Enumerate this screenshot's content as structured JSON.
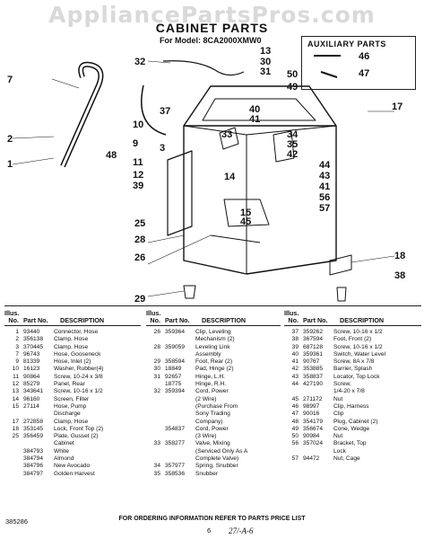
{
  "watermark": "AppliancePartsPros.com",
  "title": "CABINET PARTS",
  "subtitle": "For Model: 8CA2000XMW0",
  "aux_title": "AUXILIARY PARTS",
  "callouts": [
    "32",
    "13",
    "30",
    "31",
    "50",
    "49",
    "46",
    "47",
    "7",
    "17",
    "37",
    "40",
    "41",
    "33",
    "34",
    "35",
    "42",
    "10",
    "9",
    "2",
    "1",
    "48",
    "11",
    "12",
    "39",
    "14",
    "44",
    "43",
    "41",
    "56",
    "57",
    "3",
    "15",
    "45",
    "25",
    "28",
    "26",
    "18",
    "38",
    "29"
  ],
  "table": {
    "headers": {
      "illus": "Illus. No.",
      "part": "Part No.",
      "desc": "DESCRIPTION"
    },
    "col1": [
      {
        "no": "1",
        "part": "93440",
        "desc": "Connector, Hose"
      },
      {
        "no": "2",
        "part": "356138",
        "desc": "Clamp, Hose"
      },
      {
        "no": "3",
        "part": "370445",
        "desc": "Clamp, Hose"
      },
      {
        "no": "7",
        "part": "96743",
        "desc": "Hose, Gooseneck"
      },
      {
        "no": "9",
        "part": "81339",
        "desc": "Hose, Inlet (2)"
      },
      {
        "no": "10",
        "part": "16123",
        "desc": "Washer, Rubber(4)"
      },
      {
        "no": "11",
        "part": "90864",
        "desc": "Screw, 10-24 x 3/8"
      },
      {
        "no": "12",
        "part": "85279",
        "desc": "Panel, Rear"
      },
      {
        "no": "13",
        "part": "343641",
        "desc": "Screw, 10-16 x 1/2"
      },
      {
        "no": "14",
        "part": "96160",
        "desc": "Screen, Filter"
      },
      {
        "no": "15",
        "part": "27114",
        "desc": "Hose, Pump"
      },
      {
        "no": "",
        "part": "",
        "desc": "Discharge"
      },
      {
        "no": "17",
        "part": "272858",
        "desc": "Clamp, Hose"
      },
      {
        "no": "18",
        "part": "353145",
        "desc": "Lock, Front Top (2)"
      },
      {
        "no": "25",
        "part": "356459",
        "desc": "Plate, Gusset (2)"
      },
      {
        "no": "",
        "part": "",
        "desc": "Cabinet"
      },
      {
        "no": "",
        "part": "384793",
        "desc": "White"
      },
      {
        "no": "",
        "part": "384794",
        "desc": "Almond"
      },
      {
        "no": "",
        "part": "384796",
        "desc": "New Avocado"
      },
      {
        "no": "",
        "part": "384797",
        "desc": "Golden Harvest"
      }
    ],
    "col2": [
      {
        "no": "26",
        "part": "359364",
        "desc": "Clip, Leveling"
      },
      {
        "no": "",
        "part": "",
        "desc": "Mechanism (2)"
      },
      {
        "no": "28",
        "part": "359059",
        "desc": "Leveling Link"
      },
      {
        "no": "",
        "part": "",
        "desc": "Assembly"
      },
      {
        "no": "29",
        "part": "358594",
        "desc": "Foot, Rear (2)"
      },
      {
        "no": "30",
        "part": "18849",
        "desc": "Pad, Hinge (2)"
      },
      {
        "no": "31",
        "part": "92657",
        "desc": "Hinge, L.H."
      },
      {
        "no": "",
        "part": "18775",
        "desc": "Hinge, R.H."
      },
      {
        "no": "32",
        "part": "359394",
        "desc": "Cord, Power"
      },
      {
        "no": "",
        "part": "",
        "desc": "(2 Wire)"
      },
      {
        "no": "",
        "part": "",
        "desc": "(Purchase From"
      },
      {
        "no": "",
        "part": "",
        "desc": "Sony Trading"
      },
      {
        "no": "",
        "part": "",
        "desc": "Company)"
      },
      {
        "no": "",
        "part": "354837",
        "desc": "Cord, Power"
      },
      {
        "no": "",
        "part": "",
        "desc": "(3 Wire)"
      },
      {
        "no": "33",
        "part": "358277",
        "desc": "Valve, Mixing"
      },
      {
        "no": "",
        "part": "",
        "desc": "(Serviced Only As A"
      },
      {
        "no": "",
        "part": "",
        "desc": "Complete Valve)"
      },
      {
        "no": "34",
        "part": "357977",
        "desc": "Spring, Snubber"
      },
      {
        "no": "35",
        "part": "358536",
        "desc": "Snubber"
      }
    ],
    "col3": [
      {
        "no": "37",
        "part": "359262",
        "desc": "Screw, 10-16 x 1/2"
      },
      {
        "no": "38",
        "part": "367594",
        "desc": "Foot, Front (2)"
      },
      {
        "no": "39",
        "part": "687128",
        "desc": "Screw, 10-16 x 1/2"
      },
      {
        "no": "40",
        "part": "359361",
        "desc": "Switch, Water Level"
      },
      {
        "no": "41",
        "part": "90767",
        "desc": "Screw, 8A x 7/8"
      },
      {
        "no": "42",
        "part": "353885",
        "desc": "Barrier, Splash"
      },
      {
        "no": "43",
        "part": "358837",
        "desc": "Locator, Top Lock"
      },
      {
        "no": "44",
        "part": "427190",
        "desc": "Screw,"
      },
      {
        "no": "",
        "part": "",
        "desc": "1/4-20 x 7/8"
      },
      {
        "no": "45",
        "part": "271172",
        "desc": "Nut"
      },
      {
        "no": "46",
        "part": "98997",
        "desc": "Clip, Harness"
      },
      {
        "no": "47",
        "part": "90016",
        "desc": "Clip"
      },
      {
        "no": "48",
        "part": "354179",
        "desc": "Plug, Cabinet (2)"
      },
      {
        "no": "49",
        "part": "356674",
        "desc": "Cone, Wedge"
      },
      {
        "no": "50",
        "part": "90984",
        "desc": "Nut"
      },
      {
        "no": "56",
        "part": "357024",
        "desc": "Bracket, Top"
      },
      {
        "no": "",
        "part": "",
        "desc": "Lock"
      },
      {
        "no": "57",
        "part": "94472",
        "desc": "Nut, Cage"
      }
    ]
  },
  "footer": "FOR ORDERING INFORMATION REFER TO PARTS PRICE LIST",
  "doc_number": "385286",
  "page_number": "6",
  "handwritten": "27/-A-6"
}
